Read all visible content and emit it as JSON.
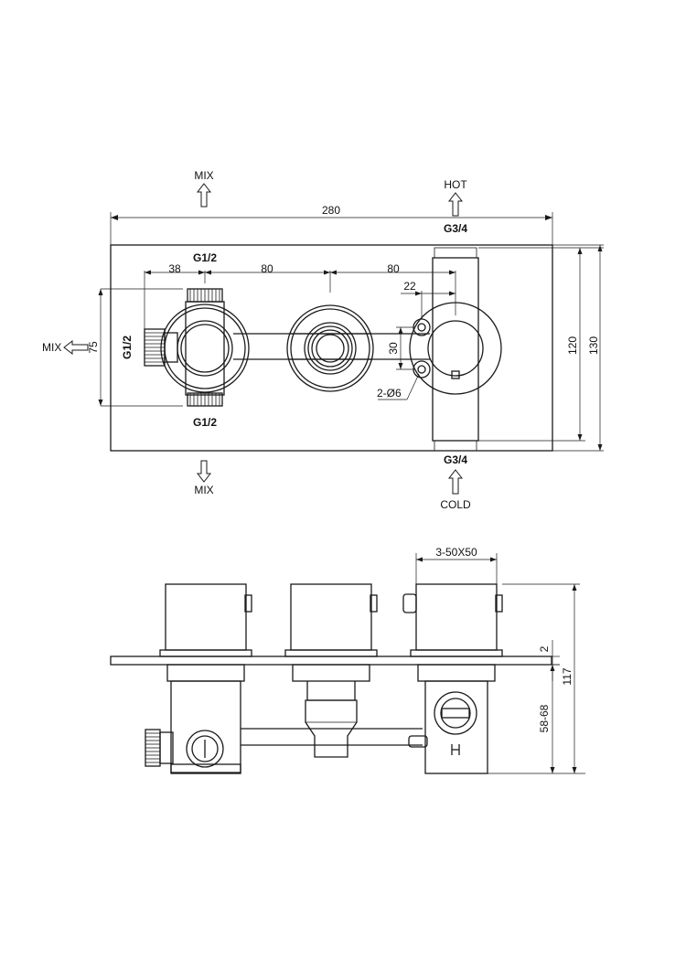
{
  "flow_labels": {
    "mix_top": "MIX",
    "mix_bottom": "MIX",
    "mix_left": "MIX",
    "hot": "HOT",
    "cold": "COLD"
  },
  "threads": {
    "top_left": "G1/2",
    "bottom_left": "G1/2",
    "side_left": "G1/2",
    "top_right": "G3/4",
    "bottom_right": "G3/4"
  },
  "front_dimensions": {
    "overall_width": "280",
    "offset_left": "38",
    "spacing_1": "80",
    "spacing_2": "80",
    "offset_right": "22",
    "hole_spacing": "30",
    "holes": "2-Ø6",
    "inlet_spacing": "75",
    "height_inner": "120",
    "height_outer": "130"
  },
  "side_dimensions": {
    "handles": "3-50X50",
    "plate_thickness": "2",
    "depth_range": "58-68",
    "total_depth": "117"
  }
}
